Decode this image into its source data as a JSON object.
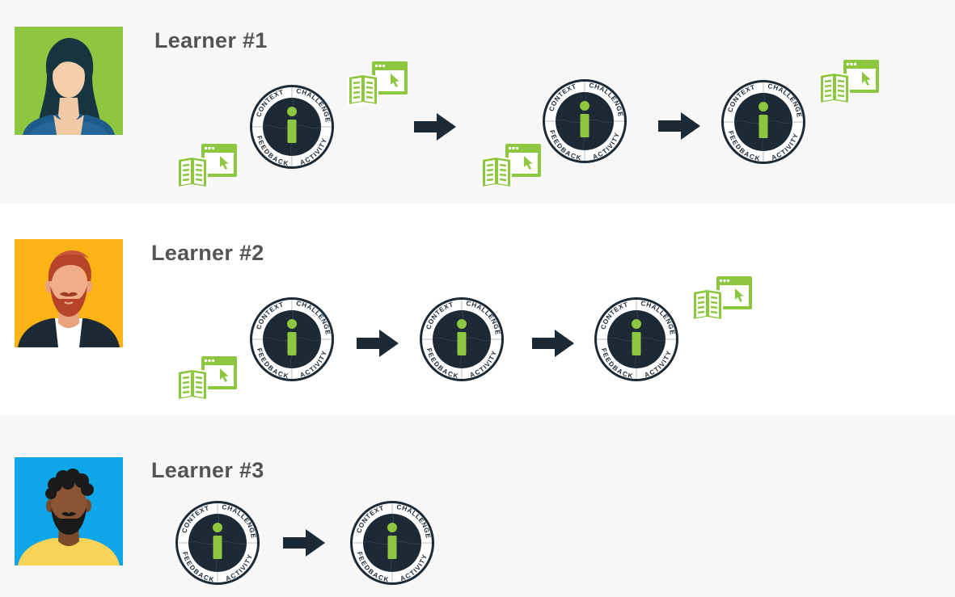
{
  "learners": [
    {
      "title": "Learner #1",
      "avatar_icon": "woman-avatar-icon",
      "avatar_bg": "#8dc63f",
      "path": [
        "resource",
        "badge",
        "arrow",
        "resource",
        "badge",
        "arrow",
        "badge",
        "resource"
      ]
    },
    {
      "title": "Learner #2",
      "avatar_icon": "bearded-man-avatar-icon",
      "avatar_bg": "#fbb315",
      "path": [
        "resource",
        "badge",
        "arrow",
        "badge",
        "arrow",
        "badge",
        "resource"
      ]
    },
    {
      "title": "Learner #3",
      "avatar_icon": "curly-hair-man-avatar-icon",
      "avatar_bg": "#0ea5e9",
      "path": [
        "badge",
        "arrow",
        "badge"
      ]
    }
  ],
  "badge": {
    "icon": "info-puzzle-badge-icon",
    "segments": [
      "CONTEXT",
      "CHALLENGE",
      "ACTIVITY",
      "FEEDBACK"
    ],
    "center_glyph": "i"
  },
  "resource_icon": "book-and-browser-resource-icon",
  "arrow_icon": "right-arrow-icon",
  "colors": {
    "band_alt": "#f7f7f7",
    "title_text": "#545454",
    "badge_dark": "#1c2a36",
    "accent_green": "#8dc63f",
    "arrow_dark": "#1c2a36"
  }
}
